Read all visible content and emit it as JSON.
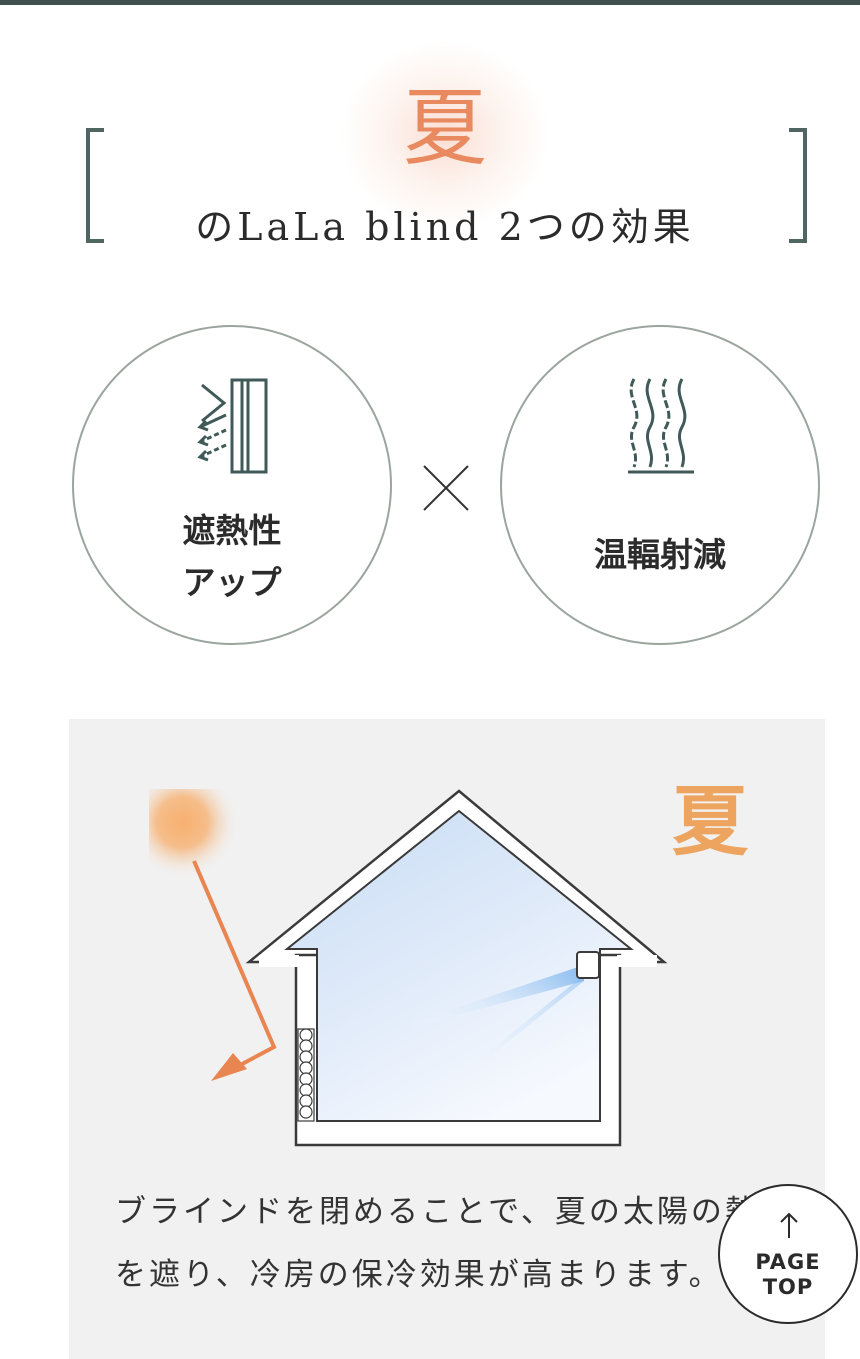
{
  "heading": {
    "season_kanji": "夏",
    "subtitle": "のLaLa blind 2つの効果"
  },
  "effects": [
    {
      "icon": "heat-shield-icon",
      "label_line1": "遮熱性",
      "label_line2": "アップ"
    },
    {
      "icon": "radiant-heat-icon",
      "label_line1": "温輻射減"
    }
  ],
  "connector": "×",
  "panel": {
    "season_mark": "夏",
    "description": "ブラインドを閉めることで、夏の太陽の熱さを遮り、冷房の保冷効果が高まります。"
  },
  "page_top": {
    "line1": "PAGE",
    "line2": "TOP"
  },
  "colors": {
    "accent_orange": "#e8895f",
    "bracket_dark_green": "#4f6663",
    "circle_border": "#9aa59d",
    "panel_bg": "#f1f1f1"
  }
}
